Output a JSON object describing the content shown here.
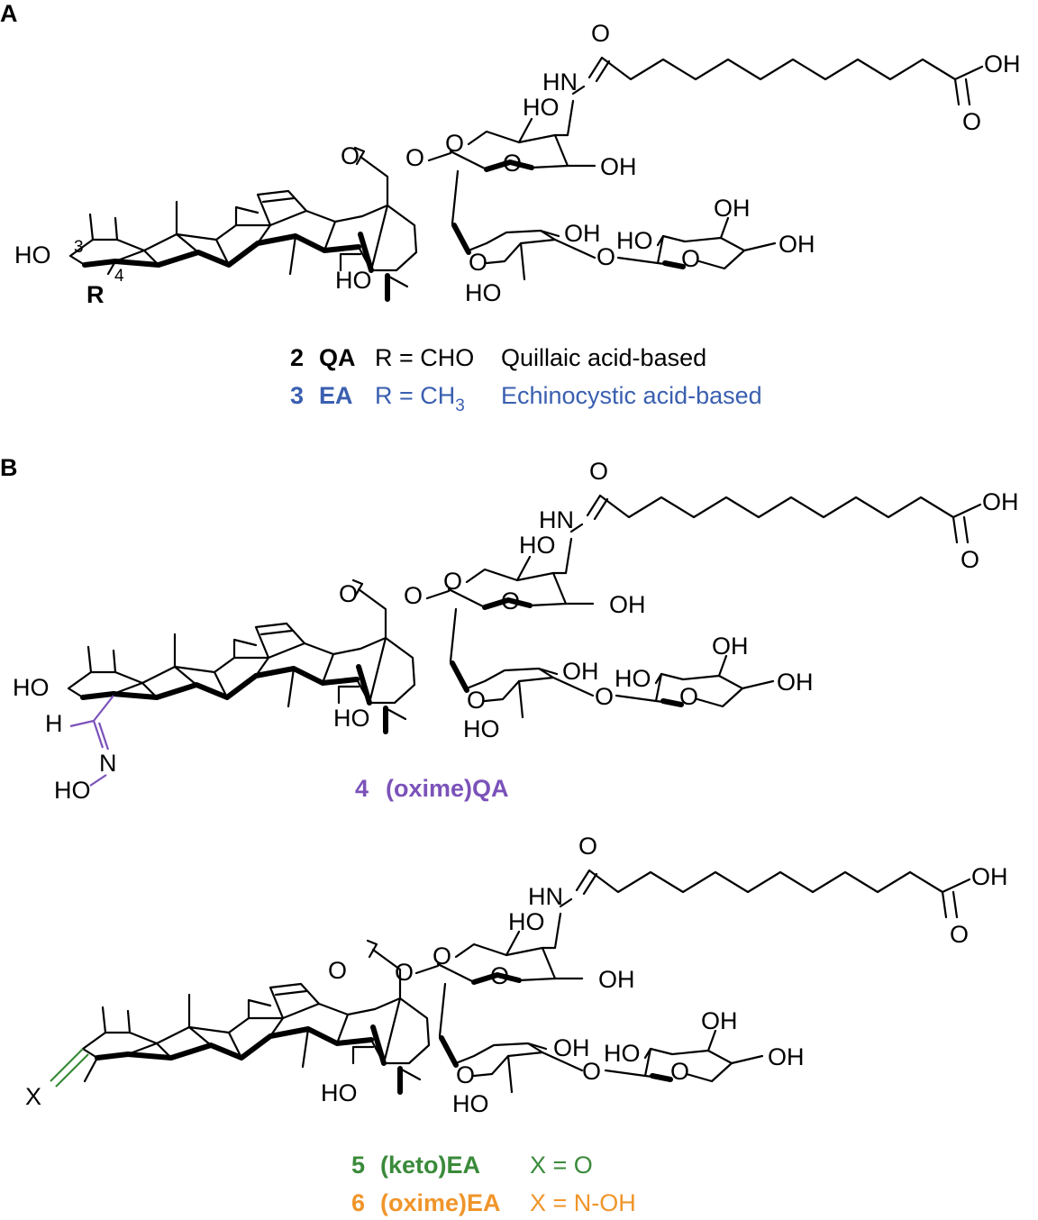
{
  "panels": {
    "a": {
      "letter": "A",
      "labels": {
        "oh_c3": "HO",
        "pos3": "3",
        "pos4": "4",
        "r_group": "R",
        "oh_e_ring": "HO",
        "carbonyl_o": "O",
        "ester_o": "O",
        "amide_o": "O",
        "nh": "HN",
        "acid_oh": "OH",
        "acid_o": "O",
        "fuc_ho": "HO",
        "fuc_ring_o": "O",
        "fuc_anomer_o": "O",
        "fuc_oh": "OH",
        "rha_ring_o": "O",
        "rha_ho": "HO",
        "rha_oh": "OH",
        "link_o": "O",
        "xyl_ho": "HO",
        "xyl_oh_top": "OH",
        "xyl_oh_right": "OH",
        "xyl_ring_o": "O"
      },
      "captions": [
        {
          "num": "2",
          "abbr": "QA",
          "formula": "R = CHO",
          "name": "Quillaic acid-based",
          "color": "#000000"
        },
        {
          "num": "3",
          "abbr": "EA",
          "formula": "R = CH",
          "sub": "3",
          "name": "Echinocystic acid-based",
          "color": "#3a5fb0"
        }
      ]
    },
    "b": {
      "letter": "B",
      "compound4": {
        "labels": {
          "oh_c3": "HO",
          "h": "H",
          "n": "N",
          "ho": "HO",
          "oh_e_ring": "HO",
          "carbonyl_o": "O",
          "ester_o": "O",
          "amide_o": "O",
          "nh": "HN",
          "acid_oh": "OH",
          "acid_o": "O",
          "fuc_ho": "HO",
          "fuc_ring_o": "O",
          "fuc_anomer_o": "O",
          "fuc_oh": "OH",
          "rha_ring_o": "O",
          "rha_ho": "HO",
          "rha_oh": "OH",
          "link_o": "O",
          "xyl_ho": "HO",
          "xyl_oh_top": "OH",
          "xyl_oh_right": "OH",
          "xyl_ring_o": "O"
        },
        "caption": {
          "num": "4",
          "name": "(oxime)QA",
          "color": "#7b52b9"
        }
      },
      "compound56": {
        "labels": {
          "x": "X",
          "oh_e_ring": "HO",
          "carbonyl_o": "O",
          "ester_o": "O",
          "amide_o": "O",
          "nh": "HN",
          "acid_oh": "OH",
          "acid_o": "O",
          "fuc_ho": "HO",
          "fuc_ring_o": "O",
          "fuc_anomer_o": "O",
          "fuc_oh": "OH",
          "rha_ring_o": "O",
          "rha_ho": "HO",
          "rha_oh": "OH",
          "link_o": "O",
          "xyl_ho": "HO",
          "xyl_oh_top": "OH",
          "xyl_oh_right": "OH",
          "xyl_ring_o": "O"
        },
        "captions": [
          {
            "num": "5",
            "name": "(keto)EA",
            "formula": "X = O",
            "color": "#3a8a3a"
          },
          {
            "num": "6",
            "name": "(oxime)EA",
            "formula": "X = N-OH",
            "color": "#f0952a"
          }
        ]
      }
    }
  },
  "colors": {
    "r_group": "#e8452c",
    "ea_blue": "#3a5fb0",
    "oxime_purple": "#7b52b9",
    "keto_green": "#3a8a3a",
    "oxime_orange": "#f0952a"
  }
}
